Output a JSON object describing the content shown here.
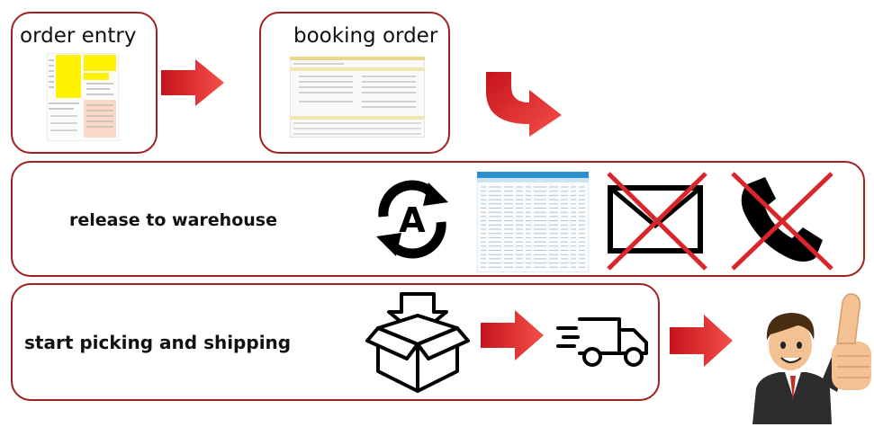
{
  "steps": {
    "order_entry": {
      "label": "order entry"
    },
    "booking_order": {
      "label": "booking order"
    },
    "release": {
      "label": "release to warehouse"
    },
    "picking": {
      "label": "start picking and shipping"
    }
  },
  "icons": {
    "auto_icon_letter": "A"
  },
  "colors": {
    "frame": "#a0201e",
    "arrow": "#e52420",
    "cross": "#d8262a"
  }
}
